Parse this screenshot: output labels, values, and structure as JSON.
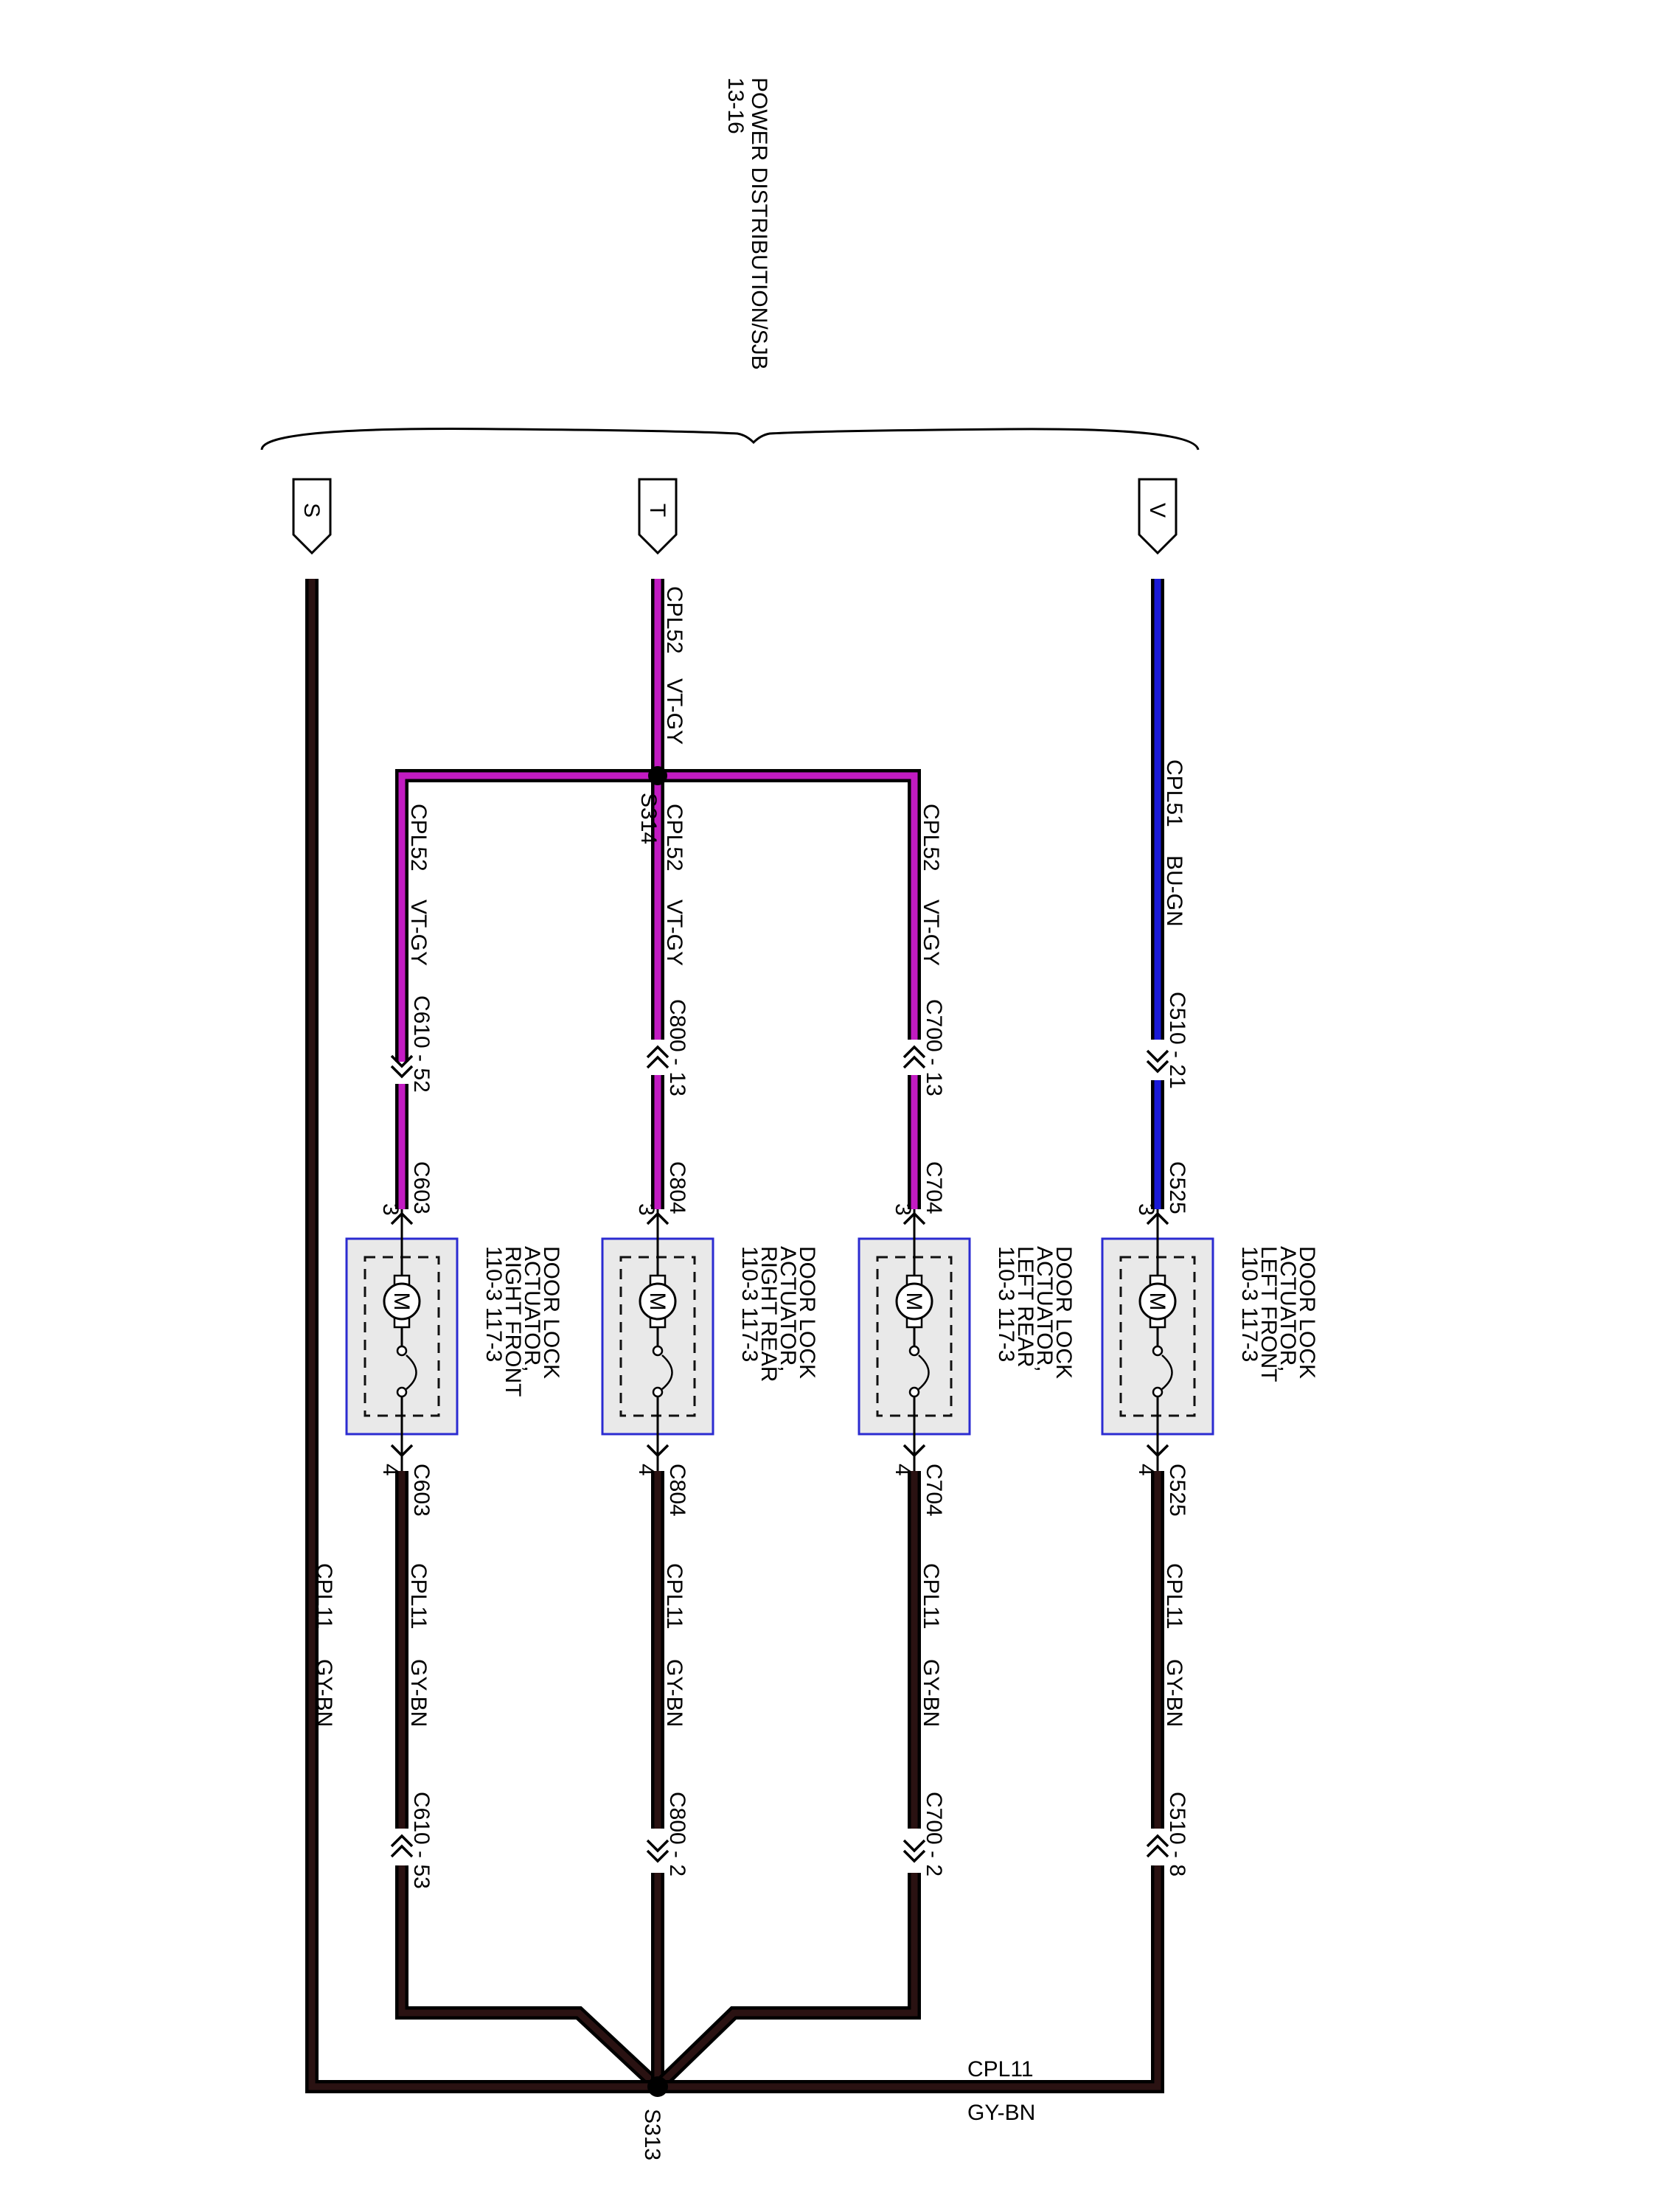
{
  "header": {
    "title": "POWER DISTRIBUTION/SJB",
    "page_ref": "13-16"
  },
  "terminals": [
    {
      "label": "S"
    },
    {
      "label": "T"
    },
    {
      "label": "V"
    }
  ],
  "splices": {
    "top": "S314",
    "bottom": "S313"
  },
  "wire_labels": {
    "cpl52_top": {
      "circuit": "CPL52",
      "color": "VT-GY"
    },
    "cpl51": {
      "circuit": "CPL51",
      "color": "BU-GN"
    },
    "branch_rf": {
      "circuit": "CPL52",
      "color": "VT-GY"
    },
    "branch_rr": {
      "circuit": "CPL52",
      "color": "VT-GY"
    },
    "branch_lr": {
      "circuit": "CPL52",
      "color": "VT-GY"
    },
    "ground_s": {
      "circuit": "CPL11",
      "color": "GY-BN"
    },
    "ground_rf": {
      "circuit": "CPL11",
      "color": "GY-BN"
    },
    "ground_rr": {
      "circuit": "CPL11",
      "color": "GY-BN"
    },
    "ground_lr": {
      "circuit": "CPL11",
      "color": "GY-BN"
    },
    "ground_lf": {
      "circuit": "CPL11",
      "color": "GY-BN"
    },
    "ground_bottom": {
      "circuit": "CPL11",
      "color": "GY-BN"
    }
  },
  "connectors": {
    "rf_in": "C610 - 52",
    "rr_in": "C800 - 13",
    "lr_in": "C700 - 13",
    "lf_in": "C510 - 21",
    "rf_out": "C610 - 53",
    "rr_out": "C800 - 2",
    "lr_out": "C700 - 2",
    "lf_out": "C510 - 8"
  },
  "actuators": [
    {
      "key": "rf",
      "connector": "C603",
      "pin_top": "3",
      "pin_bottom": "4",
      "line1": "DOOR LOCK",
      "line2": "ACTUATOR,",
      "line3": "RIGHT FRONT",
      "line4": "110-3  117-3",
      "motor": "M"
    },
    {
      "key": "rr",
      "connector": "C804",
      "pin_top": "3",
      "pin_bottom": "4",
      "line1": "DOOR LOCK",
      "line2": "ACTUATOR,",
      "line3": "RIGHT REAR",
      "line4": "110-3  117-3",
      "motor": "M"
    },
    {
      "key": "lr",
      "connector": "C704",
      "pin_top": "3",
      "pin_bottom": "4",
      "line1": "DOOR LOCK",
      "line2": "ACTUATOR,",
      "line3": "LEFT REAR",
      "line4": "110-3  117-3",
      "motor": "M"
    },
    {
      "key": "lf",
      "connector": "C525",
      "pin_top": "3",
      "pin_bottom": "4",
      "line1": "DOOR LOCK",
      "line2": "ACTUATOR,",
      "line3": "LEFT FRONT",
      "line4": "110-3  117-3",
      "motor": "M"
    }
  ],
  "colors": {
    "vt_gy": "#c21bc2",
    "bu_gn": "#1a1ad8",
    "gy_bn": "#1a0d0d",
    "box_border": "#2b2bd1"
  }
}
